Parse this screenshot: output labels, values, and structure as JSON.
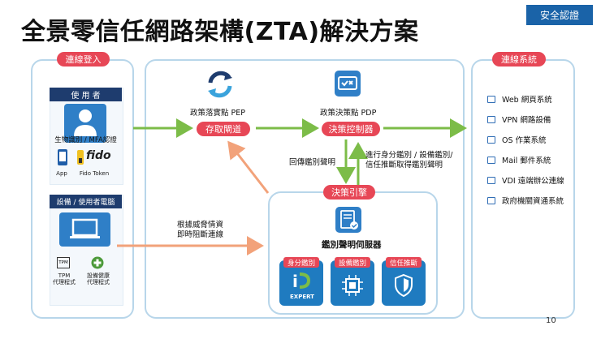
{
  "title": "全景零信任網路架構(ZTA)解決方案",
  "badge": "安全認證",
  "left": {
    "header": "連線登入",
    "user_card": {
      "title": "使 用 者",
      "auth_label": "生物識別 / MFA認證",
      "app_label": "App",
      "token_label": "Fido Token",
      "fido_logo": "fido"
    },
    "device_card": {
      "title": "設備 / 使用者電腦",
      "tpm_label": "TPM\n代理程式",
      "health_label": "設備健康\n代理程式",
      "tpm_chip": "TPM"
    }
  },
  "center": {
    "pep_label": "政策落實點 PEP",
    "pep_pill": "存取閘道",
    "pdp_label": "政策決策點 PDP",
    "pdp_pill": "決策控制器",
    "return_label": "回傳鑑別聲明",
    "identify_label": "進行身分鑑別 / 設備鑑別/\n信任推斷取得鑑別聲明",
    "threat_label": "根據威脅情資\n即時阻斷連線",
    "engine_pill": "決策引擎",
    "server_label": "鑑別聲明伺服器",
    "cards": [
      {
        "caption": "身分鑑別",
        "brand": "EXPERT"
      },
      {
        "caption": "設備鑑別"
      },
      {
        "caption": "信任推斷"
      }
    ]
  },
  "right": {
    "header": "連線系統",
    "items": [
      {
        "label": "Web 網頁系統",
        "icon": "web-icon"
      },
      {
        "label": "VPN 網路設備",
        "icon": "vpn-icon"
      },
      {
        "label": "OS 作業系統",
        "icon": "os-icon"
      },
      {
        "label": "Mail 郵件系統",
        "icon": "mail-icon"
      },
      {
        "label": "VDI 遠端辦公連線",
        "icon": "vdi-icon"
      },
      {
        "label": "政府機關資通系統",
        "icon": "monitor-icon"
      }
    ]
  },
  "page_number": "10",
  "colors": {
    "accent_red": "#e74756",
    "navy": "#1e3c6e",
    "blue": "#2f7fc7",
    "green_arrow": "#7cbc48",
    "orange_arrow": "#f2a27a"
  }
}
